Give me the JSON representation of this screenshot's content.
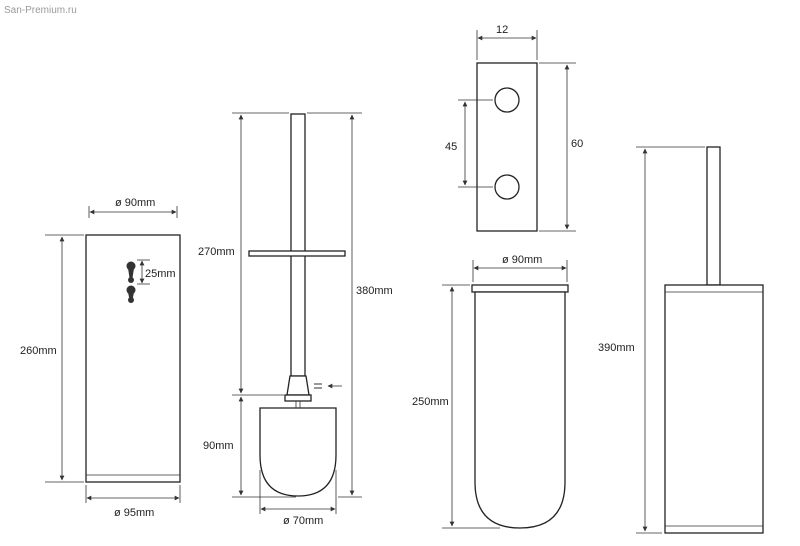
{
  "watermark": "San-Premium.ru",
  "holder_front": {
    "width_top_label": "ø 90mm",
    "height_label": "260mm",
    "hook_spacing_label": "25mm",
    "width_bottom_label": "ø 95mm"
  },
  "brush": {
    "handle_label": "270mm",
    "total_label": "380mm",
    "head_height_label": "90mm",
    "head_width_label": "ø 70mm"
  },
  "wall_plate": {
    "width_label": "12",
    "hole_spacing_label": "45",
    "height_label": "60"
  },
  "cup": {
    "width_label": "ø 90mm",
    "height_label": "250mm"
  },
  "assembly": {
    "height_label": "390mm"
  },
  "colors": {
    "line": "#222222",
    "dim_line": "#333333",
    "watermark": "#9a9a9a"
  }
}
